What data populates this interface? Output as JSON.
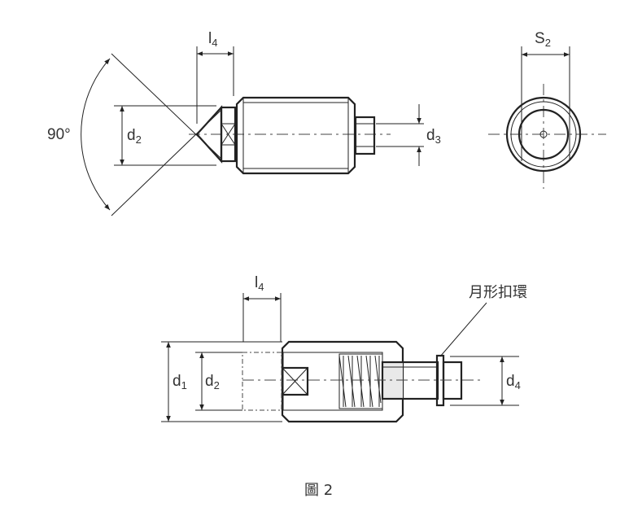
{
  "figure": {
    "caption": "圖 2",
    "top_view": {
      "angle_label": "90°",
      "l4": {
        "main": "l",
        "sub": "4"
      },
      "d2": {
        "main": "d",
        "sub": "2"
      },
      "d3": {
        "main": "d",
        "sub": "3"
      }
    },
    "end_view": {
      "s2": {
        "main": "S",
        "sub": "2"
      }
    },
    "section_view": {
      "l4": {
        "main": "l",
        "sub": "4"
      },
      "d1": {
        "main": "d",
        "sub": "1"
      },
      "d2": {
        "main": "d",
        "sub": "2"
      },
      "d4": {
        "main": "d",
        "sub": "4"
      },
      "ring_label": "月形扣環"
    }
  },
  "colors": {
    "line": "#222222",
    "fill": "#e9e9e9",
    "text": "#333333"
  }
}
